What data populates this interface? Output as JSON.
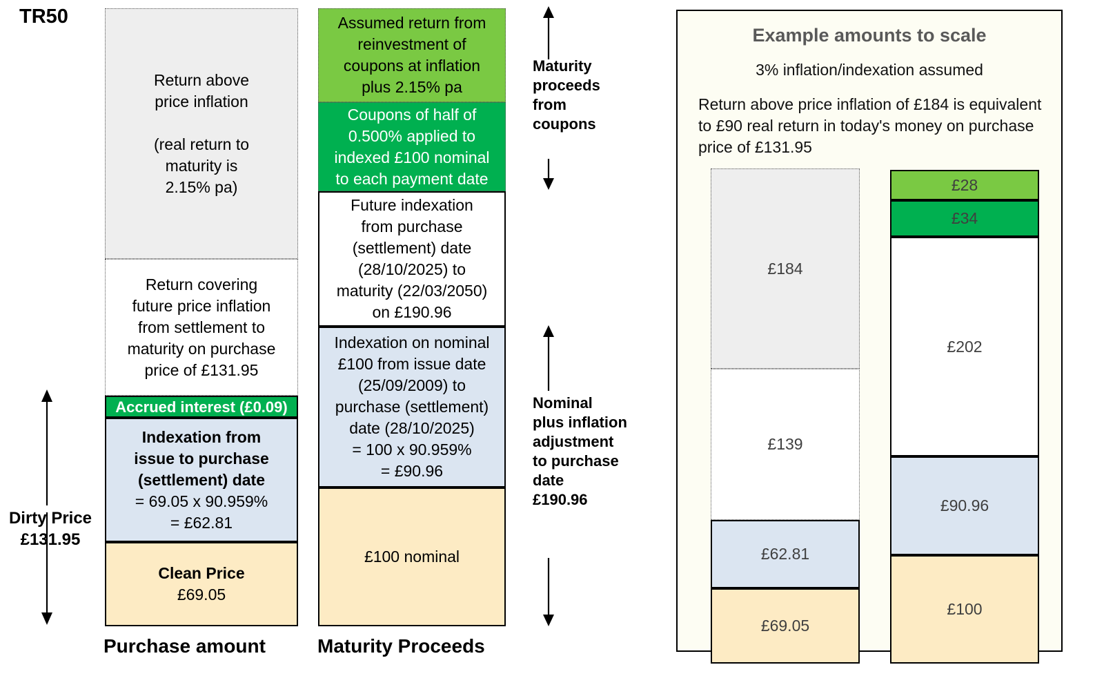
{
  "title": "TR50",
  "columns": {
    "purchase": {
      "caption": "Purchase amount",
      "blocks": [
        {
          "key": "return_above_inflation",
          "text": "Return above\nprice inflation\n\n(real return to\nmaturity is\n2.15% pa)"
        },
        {
          "key": "return_future_inflation",
          "text": "Return covering\nfuture price inflation\nfrom settlement to\nmaturity on purchase\nprice of £131.95"
        },
        {
          "key": "accrued_interest",
          "text": "Accrued interest (£0.09)"
        },
        {
          "key": "indexation_issue_to_purchase",
          "text": "Indexation from\nissue to purchase\n(settlement) date"
        },
        {
          "key": "indexation_calc",
          "text": "= 69.05 x 90.959%\n= £62.81"
        },
        {
          "key": "clean_price_label",
          "text": "Clean Price"
        },
        {
          "key": "clean_price_value",
          "text": "£69.05"
        }
      ]
    },
    "maturity": {
      "caption": "Maturity Proceeds",
      "blocks": [
        {
          "key": "reinvestment_return",
          "text": "Assumed return from\nreinvestment of\ncoupons at inflation\nplus 2.15% pa"
        },
        {
          "key": "coupons",
          "text": "Coupons of half of\n0.500% applied to\nindexed £100 nominal\nto each payment date"
        },
        {
          "key": "future_indexation",
          "text": "Future indexation\nfrom purchase\n(settlement) date\n(28/10/2025) to\nmaturity (22/03/2050)\non £190.96"
        },
        {
          "key": "indexation_on_nominal",
          "text": "Indexation on nominal\n£100 from issue date\n(25/09/2009) to\npurchase (settlement)\ndate (28/10/2025)\n= 100 x 90.959%\n= £90.96"
        },
        {
          "key": "nominal_100",
          "text": "£100 nominal"
        }
      ]
    }
  },
  "side_labels": {
    "dirty_price": "Dirty Price\n£131.95",
    "maturity_from_coupons": "Maturity\nproceeds\nfrom\ncoupons",
    "nominal_plus_inflation": "Nominal\nplus inflation\nadjustment\nto purchase\ndate\n£190.96"
  },
  "example_panel": {
    "title": "Example amounts to scale",
    "subtitle": "3% inflation/indexation assumed",
    "note": "Return above price inflation of £184 is equivalent to £90 real return in today's money on purchase price of £131.95"
  },
  "chart_data": {
    "type": "bar",
    "title": "Example amounts to scale",
    "subtitle": "3% inflation/indexation assumed",
    "stacked": true,
    "categories": [
      "Purchase amount",
      "Maturity Proceeds"
    ],
    "currency": "GBP",
    "series": [
      {
        "name": "Purchase amount",
        "segments": [
          {
            "label": "£184",
            "value": 184,
            "color": "#eeeeee",
            "border": "dotted",
            "meaning": "return above price inflation"
          },
          {
            "label": "£139",
            "value": 139,
            "color": "#ffffff",
            "border": "dotted",
            "meaning": "return covering future price inflation"
          },
          {
            "label": "£62.81",
            "value": 62.81,
            "color": "#dbe5f1",
            "border": "solid",
            "meaning": "indexation from issue to purchase"
          },
          {
            "label": "£69.05",
            "value": 69.05,
            "color": "#fdebc4",
            "border": "solid",
            "meaning": "clean price"
          }
        ]
      },
      {
        "name": "Maturity Proceeds",
        "segments": [
          {
            "label": "£28",
            "value": 28,
            "color": "#7ac943",
            "border": "solid",
            "meaning": "assumed return from reinvestment of coupons"
          },
          {
            "label": "£34",
            "value": 34,
            "color": "#00b050",
            "border": "solid",
            "meaning": "coupons"
          },
          {
            "label": "£202",
            "value": 202,
            "color": "#ffffff",
            "border": "solid",
            "meaning": "future indexation"
          },
          {
            "label": "£90.96",
            "value": 90.96,
            "color": "#dbe5f1",
            "border": "solid",
            "meaning": "indexation on nominal £100"
          },
          {
            "label": "£100",
            "value": 100,
            "color": "#fdebc4",
            "border": "solid",
            "meaning": "£100 nominal"
          }
        ]
      }
    ]
  }
}
